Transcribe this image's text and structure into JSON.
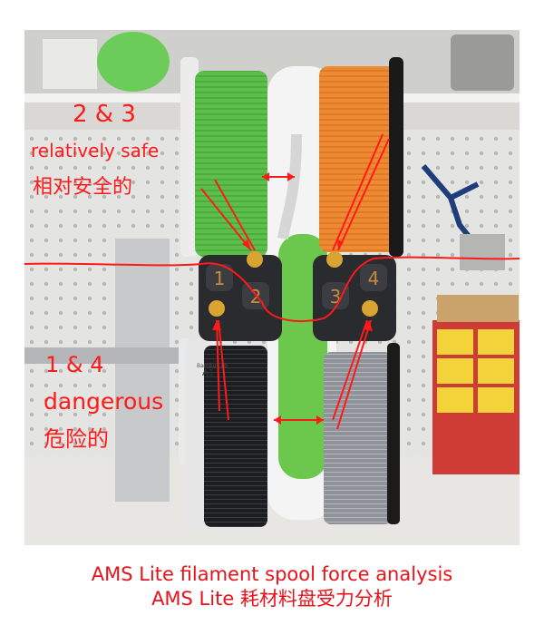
{
  "annotations": {
    "group_23_label": "2 & 3",
    "group_23_en": "relatively safe",
    "group_23_cn": "相对安全的",
    "group_14_label": "1 & 4",
    "group_14_en": "dangerous",
    "group_14_cn": "危险的"
  },
  "device": {
    "slot_labels": [
      "1",
      "2",
      "3",
      "4"
    ],
    "printer_brand": "Bambu Lab",
    "printer_model": "A1"
  },
  "caption": {
    "line1": "AMS Lite filament spool force analysis",
    "line2": "AMS Lite 耗材料盘受力分析"
  },
  "colors": {
    "annotation_red": "#ff1a1a",
    "green_filament": "#5cbf4a",
    "orange_filament": "#f08a32",
    "black_filament": "#1c1d20",
    "gray_filament": "#8f9298",
    "pegboard": "#e3e3e1"
  }
}
